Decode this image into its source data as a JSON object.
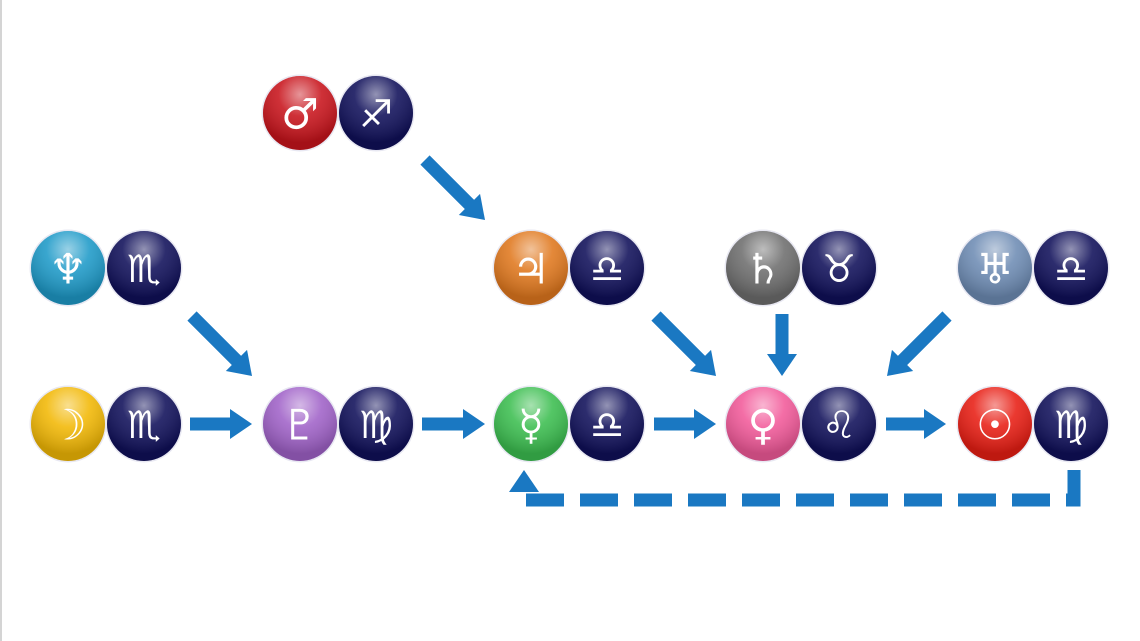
{
  "colors": {
    "arrow": "#1a78c2",
    "sign_disc": "#10105a",
    "sign_rim": "#e8e8f2"
  },
  "nodes": [
    {
      "id": "mars",
      "planet": {
        "name": "mars",
        "glyph": "♂",
        "color": "#c8141c"
      },
      "sign": {
        "name": "sagittarius",
        "glyph": "♐"
      }
    },
    {
      "id": "neptune",
      "planet": {
        "name": "neptune",
        "glyph": "♆",
        "color": "#1e9ac8"
      },
      "sign": {
        "name": "scorpio",
        "glyph": "♏"
      }
    },
    {
      "id": "jupiter",
      "planet": {
        "name": "jupiter",
        "glyph": "♃",
        "color": "#e0781e"
      },
      "sign": {
        "name": "libra",
        "glyph": "♎"
      }
    },
    {
      "id": "saturn",
      "planet": {
        "name": "saturn",
        "glyph": "♄",
        "color": "#6e6e6e"
      },
      "sign": {
        "name": "taurus",
        "glyph": "♉"
      }
    },
    {
      "id": "uranus",
      "planet": {
        "name": "uranus",
        "glyph": "♅",
        "color": "#6e8cb4"
      },
      "sign": {
        "name": "libra",
        "glyph": "♎"
      }
    },
    {
      "id": "moon",
      "planet": {
        "name": "moon",
        "glyph": "☽",
        "color": "#f2b805"
      },
      "sign": {
        "name": "scorpio",
        "glyph": "♏"
      }
    },
    {
      "id": "pluto",
      "planet": {
        "name": "pluto",
        "glyph": "♇",
        "color": "#a062c8"
      },
      "sign": {
        "name": "virgo",
        "glyph": "♍"
      }
    },
    {
      "id": "mercury",
      "planet": {
        "name": "mercury",
        "glyph": "☿",
        "color": "#3cbe50"
      },
      "sign": {
        "name": "libra",
        "glyph": "♎"
      }
    },
    {
      "id": "venus",
      "planet": {
        "name": "venus",
        "glyph": "♀",
        "color": "#f25a9a"
      },
      "sign": {
        "name": "leo",
        "glyph": "♌"
      }
    },
    {
      "id": "sun",
      "planet": {
        "name": "sun",
        "glyph": "☉",
        "color": "#e81e14"
      },
      "sign": {
        "name": "virgo",
        "glyph": "♍"
      }
    }
  ],
  "edges": [
    {
      "from": "mars",
      "to": "jupiter",
      "style": "solid"
    },
    {
      "from": "neptune",
      "to": "pluto",
      "style": "solid"
    },
    {
      "from": "moon",
      "to": "pluto",
      "style": "solid"
    },
    {
      "from": "pluto",
      "to": "mercury",
      "style": "solid"
    },
    {
      "from": "mercury",
      "to": "venus",
      "style": "solid"
    },
    {
      "from": "jupiter",
      "to": "venus",
      "style": "solid"
    },
    {
      "from": "saturn",
      "to": "venus",
      "style": "solid"
    },
    {
      "from": "uranus",
      "to": "venus",
      "style": "solid"
    },
    {
      "from": "venus",
      "to": "sun",
      "style": "solid"
    },
    {
      "from": "sun",
      "to": "mercury",
      "style": "dashed"
    }
  ]
}
